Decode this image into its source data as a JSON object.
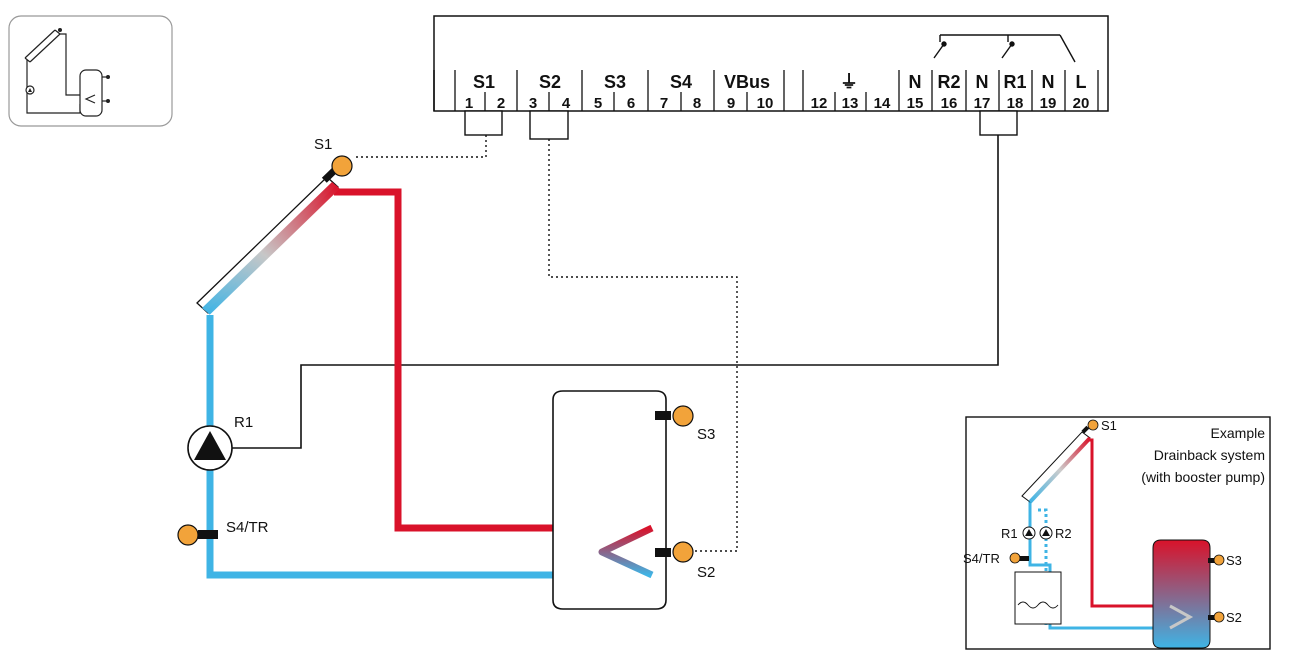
{
  "controller": {
    "groups": [
      {
        "label": "S1",
        "terminals": [
          "1",
          "2"
        ]
      },
      {
        "label": "S2",
        "terminals": [
          "3",
          "4"
        ]
      },
      {
        "label": "S3",
        "terminals": [
          "5",
          "6"
        ]
      },
      {
        "label": "S4",
        "terminals": [
          "7",
          "8"
        ]
      },
      {
        "label": "VBus",
        "terminals": [
          "9",
          "10"
        ]
      },
      {
        "label": "",
        "terminals": [
          "12",
          "13",
          "14"
        ]
      },
      {
        "label": "N",
        "terminals": [
          "15"
        ]
      },
      {
        "label": "R2",
        "terminals": [
          "16"
        ]
      },
      {
        "label": "N",
        "terminals": [
          "17"
        ]
      },
      {
        "label": "R1",
        "terminals": [
          "18"
        ]
      },
      {
        "label": "N",
        "terminals": [
          "19"
        ]
      },
      {
        "label": "L",
        "terminals": [
          "20"
        ]
      }
    ],
    "ground_symbol": "⏚"
  },
  "main_diagram": {
    "sensors": {
      "collector": "S1",
      "store_top": "S3",
      "store_bottom": "S2",
      "return": "S4/TR"
    },
    "pump": "R1"
  },
  "inset": {
    "title_lines": [
      "Example",
      "Drainback system",
      "(with booster pump)"
    ],
    "labels": {
      "s1": "S1",
      "r1": "R1",
      "r2": "R2",
      "s4tr": "S4/TR",
      "s3": "S3",
      "s2": "S2"
    }
  },
  "colors": {
    "hot_pipe": "#d9122a",
    "cold_pipe": "#3fb4e5",
    "sensor": "#f2a33a",
    "wire": "#111111"
  },
  "icons": [
    "system-overview-icon",
    "pump-icon",
    "ground-icon",
    "relay-switch-icon"
  ]
}
